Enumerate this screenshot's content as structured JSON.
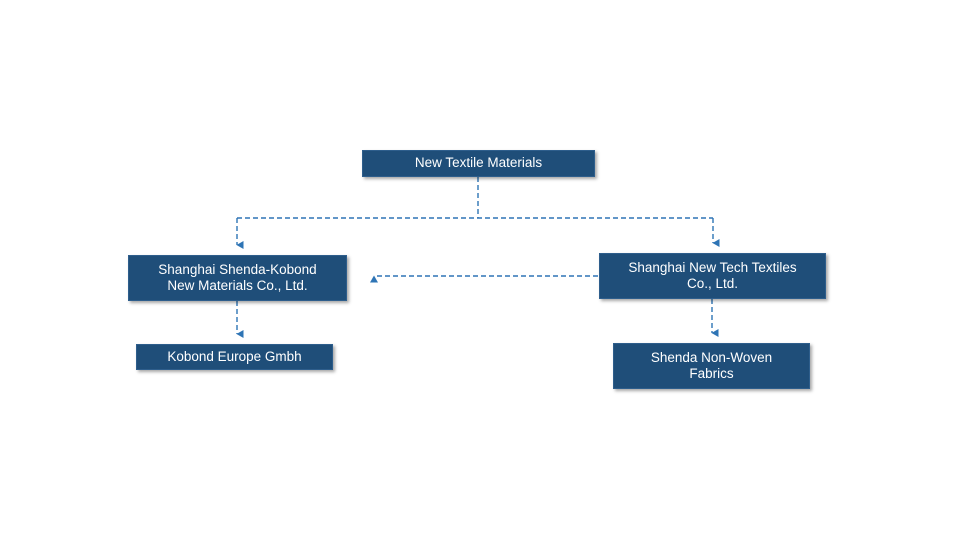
{
  "diagram": {
    "type": "org-chart",
    "nodes": {
      "root": {
        "label": "New Textile Materials"
      },
      "left_child": {
        "label": "Shanghai Shenda-Kobond\nNew Materials Co., Ltd."
      },
      "right_child": {
        "label": "Shanghai New Tech Textiles\nCo., Ltd."
      },
      "left_grandchild": {
        "label": "Kobond Europe Gmbh"
      },
      "right_grandchild": {
        "label": "Shenda Non-Woven\nFabrics"
      }
    },
    "edges": [
      {
        "from": "root",
        "to": "left_child",
        "style": "dashed-arrow"
      },
      {
        "from": "root",
        "to": "right_child",
        "style": "dashed-arrow"
      },
      {
        "from": "right_child",
        "to": "left_child",
        "style": "dashed-arrow-horizontal"
      },
      {
        "from": "left_child",
        "to": "left_grandchild",
        "style": "dashed-arrow"
      },
      {
        "from": "right_child",
        "to": "right_grandchild",
        "style": "dashed-arrow"
      }
    ],
    "colors": {
      "box_fill": "#1F4E79",
      "box_border": "#2E5E8C",
      "box_text": "#FFFFFF",
      "connector": "#2E74B5",
      "background": "#FFFFFF"
    }
  }
}
